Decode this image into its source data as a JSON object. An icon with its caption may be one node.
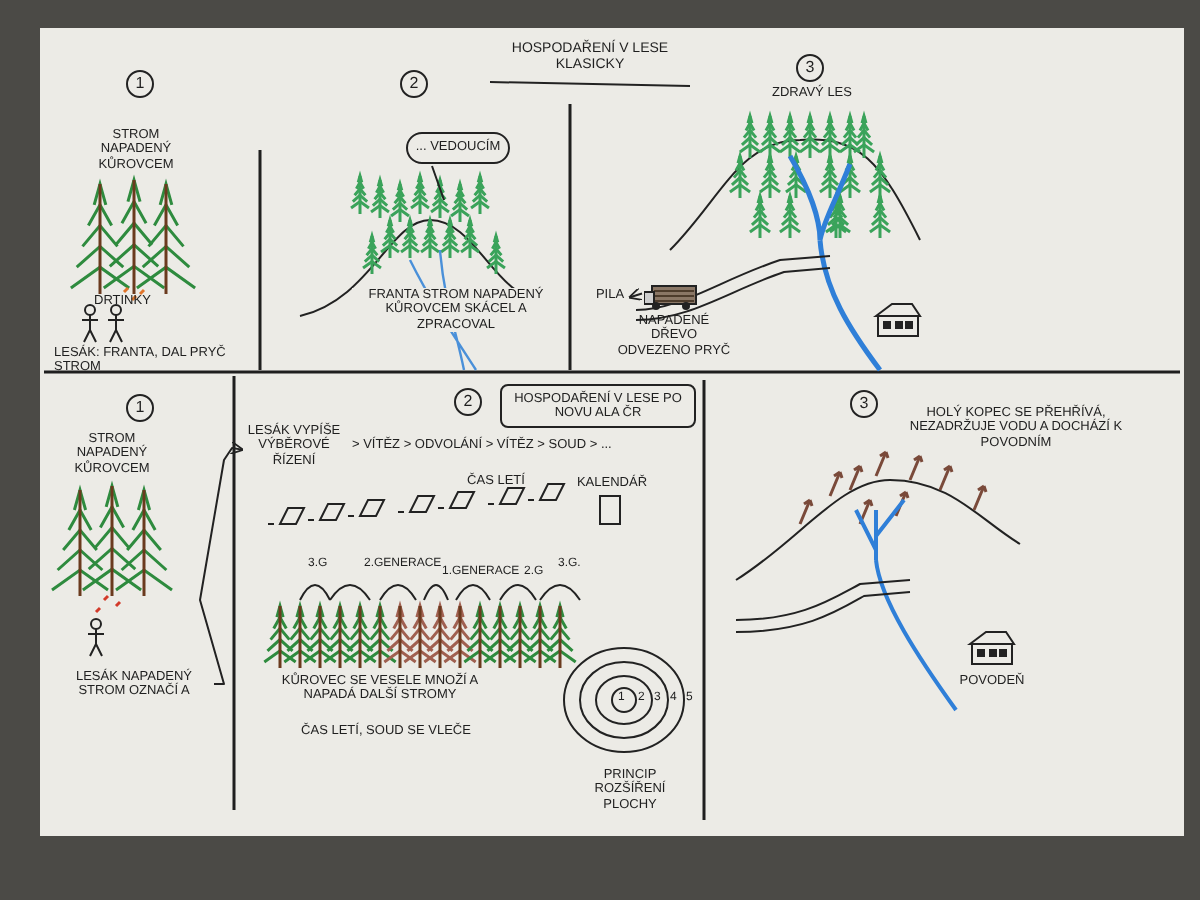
{
  "diagram": {
    "title": "HOSPODAŘENÍ V LESE KLASICKY",
    "nodes": [
      {
        "text": [
          "1"
        ]
      },
      {
        "text": [
          "2"
        ]
      },
      {
        "text": [
          "3"
        ]
      },
      {
        "text": [
          "1"
        ]
      },
      {
        "text": [
          "2"
        ]
      },
      {
        "text": [
          "HOSPODAŘENÍ V LESE PO NOVU ALA ČR"
        ]
      },
      {
        "text": [
          "3"
        ]
      },
      {
        "text": [
          "... VEDOUCÍM"
        ]
      },
      {
        "text": [
          "LESÁK NAPADENÝ STROM OZNAČÍ A"
        ]
      },
      {
        "text": [
          "LESÁK VYPÍŠE VÝBĚROVÉ ŘÍZENÍ"
        ]
      },
      {
        "text": [
          "PILA"
        ]
      },
      {
        "text": [],
        "shape": "picture"
      }
    ],
    "edges": [
      {
        "from": 8,
        "to": 9,
        "arrow": "to"
      },
      {
        "from": 11,
        "to": 10,
        "arrow": "to"
      }
    ],
    "labels": [
      "STROM NAPADENÝ KŮROVCEM",
      "DRTINKY",
      "LESÁK: FRANTA, DAL PRYČ STROM",
      "FRANTA STROM NAPADENÝ KŮROVCEM SKÁCEL A ZPRACOVAL",
      "ZDRAVÝ LES",
      "NAPADENÉ DŘEVO ODVEZENO PRYČ",
      "STROM NAPADENÝ KŮROVCEM",
      "> VÍTĚZ > ODVOLÁNÍ > VÍTĚZ > SOUD > ...",
      "ČAS LETÍ",
      "KALENDÁŘ",
      "3.G",
      "2.GENERACE",
      "1.GENERACE",
      "2.G",
      "3.G.",
      "KŮROVEC SE VESELE MNOŽÍ A NAPADÁ DALŠÍ STROMY",
      "ČAS LETÍ, SOUD SE VLEČE",
      "1",
      "2",
      "3",
      "4",
      "5",
      "PRINCIP ROZŠÍŘENÍ PLOCHY",
      "HOLÝ KOPEC SE PŘEHŘÍVÁ, NEZADRŽUJE VODU A DOCHÁZÍ K POVODNÍM",
      "POVODEŇ"
    ]
  }
}
